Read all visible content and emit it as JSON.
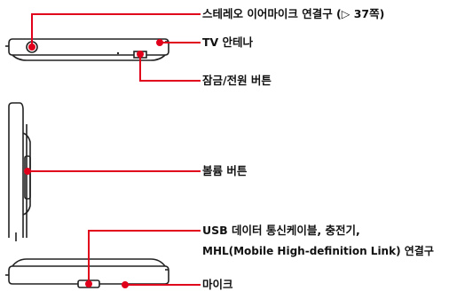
{
  "labels": {
    "stereo_jack": "스테레오 이어마이크 연결구 (▷ 37쪽)",
    "tv_antenna": "TV 안테나",
    "power_lock": "잠금/전원 버튼",
    "volume": "볼륨 버튼",
    "usb_line1": "USB 데이터 통신케이블, 충전기,",
    "usb_line2": "MHL(Mobile High-definition Link) 연결구",
    "mic": "마이크"
  },
  "colors": {
    "callout_red": "#e0001b",
    "line_art": "#222222"
  }
}
